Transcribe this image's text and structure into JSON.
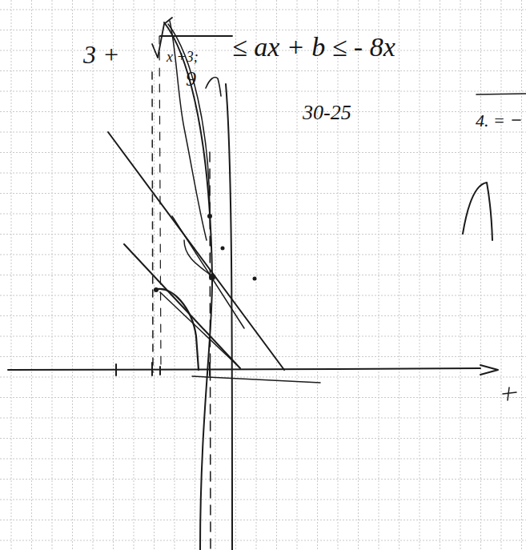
{
  "diagram": {
    "labels": [
      "3 +",
      "x +3;",
      "≤ ax + b ≤ - 8x",
      "30-25",
      "4. =",
      "9"
    ]
  }
}
